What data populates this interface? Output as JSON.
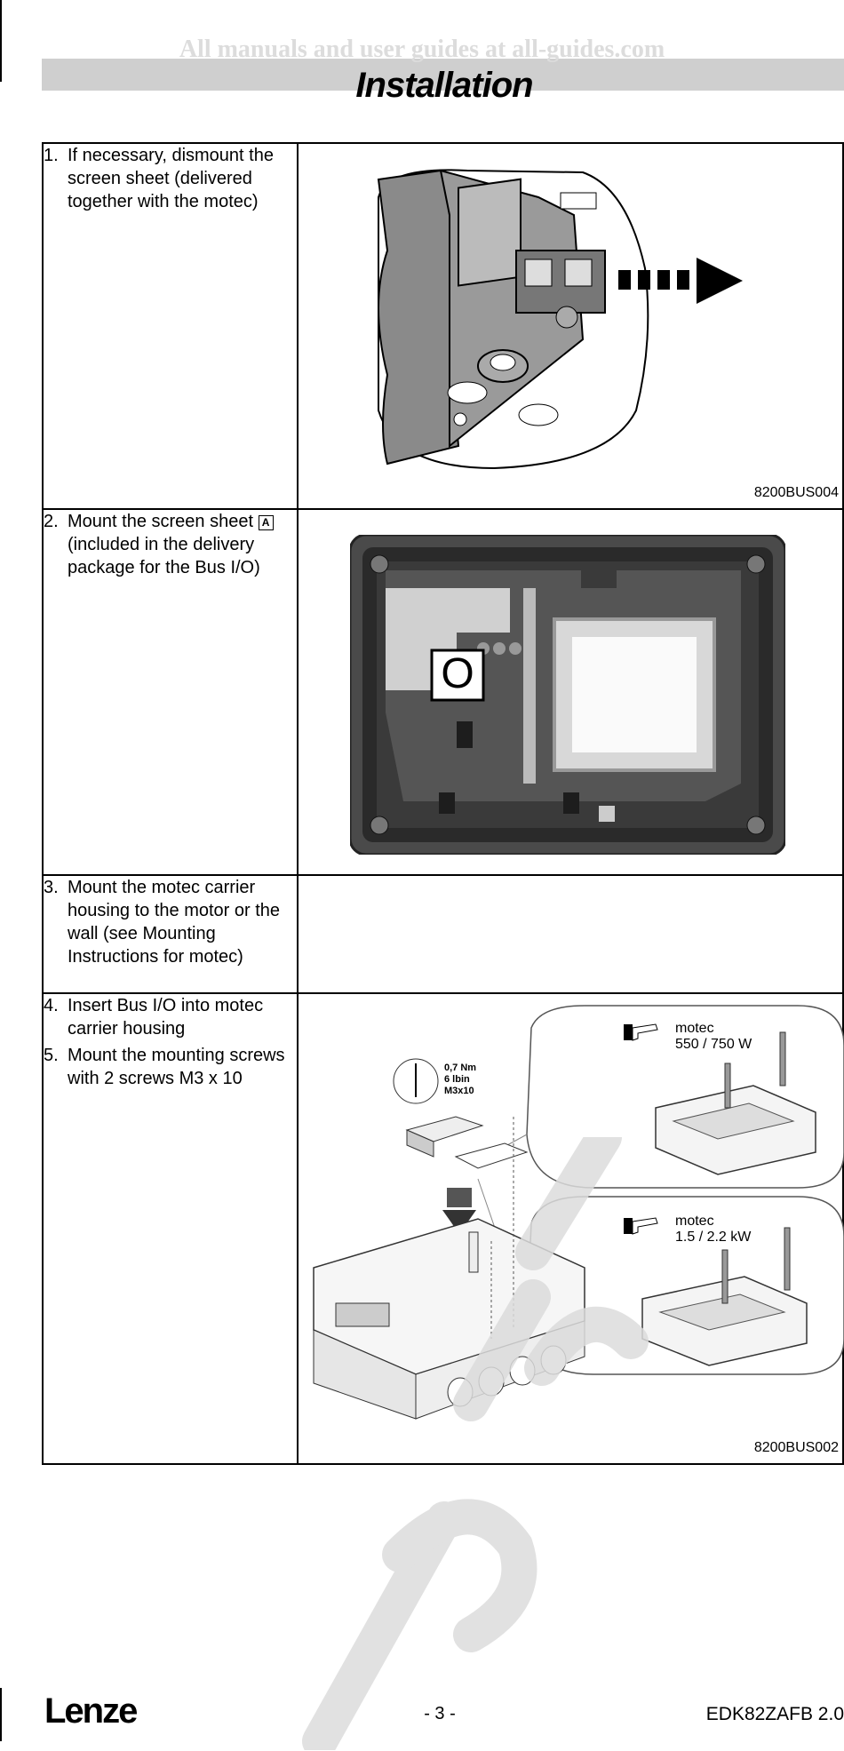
{
  "watermark": "All manuals and user guides at all-guides.com",
  "title": "Installation",
  "rows": [
    {
      "steps": [
        {
          "num": "1.",
          "text": "If necessary, dismount the screen sheet (delivered together with the motec)"
        }
      ],
      "figure": "8200BUS004"
    },
    {
      "steps": [
        {
          "num": "2.",
          "text": "Mount the screen sheet",
          "marker": "A",
          "text2": "(included in the delivery package for the Bus I/O)"
        }
      ],
      "figure_label": "O"
    },
    {
      "steps": [
        {
          "num": "3.",
          "text": "Mount the motec carrier housing to the motor or the wall (see Mounting Instructions for motec)"
        }
      ]
    },
    {
      "steps": [
        {
          "num": "4.",
          "text": "Insert Bus I/O into motec carrier housing"
        },
        {
          "num": "5.",
          "text": "Mount the mounting screws with 2 screws M3 x 10"
        }
      ],
      "figure": "8200BUS002",
      "callouts": {
        "torque": "0,7 Nm",
        "torque_lb": "6 lbin",
        "screw": "M3x10",
        "motec_small_1": "motec",
        "motec_small_2": "550 / 750 W",
        "motec_large_1": "motec",
        "motec_large_2": "1.5 / 2.2 kW"
      }
    }
  ],
  "footer": {
    "logo": "Lenze",
    "page": "- 3 -",
    "doc": "EDK82ZAFB 2.0"
  }
}
